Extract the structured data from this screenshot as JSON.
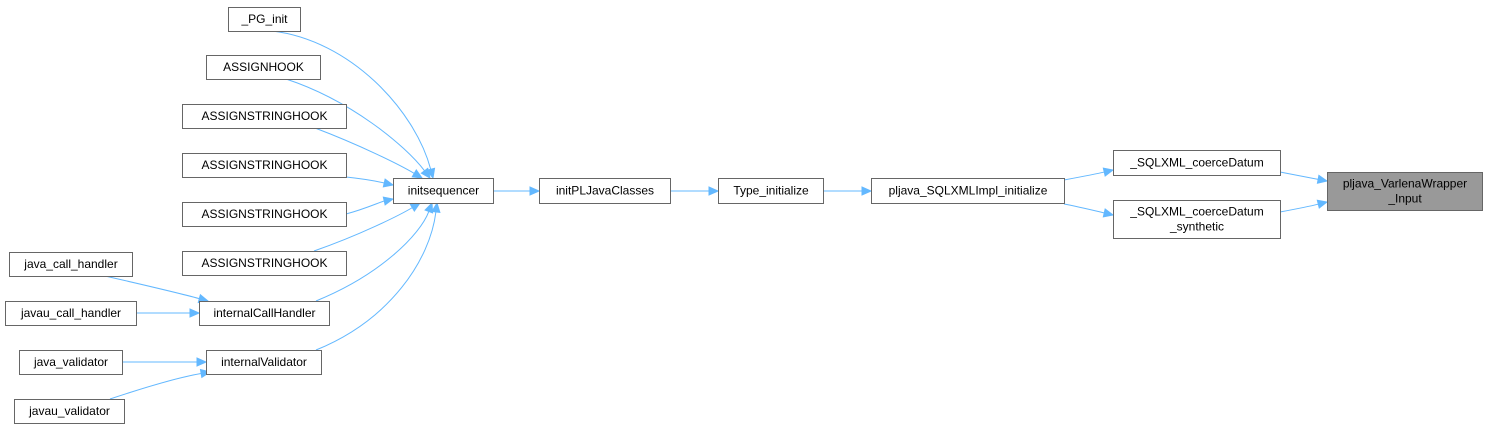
{
  "graph": {
    "colors": {
      "edge": "#63b8ff",
      "node_border": "#666666",
      "node_fill": "#ffffff",
      "highlight_fill": "#999999"
    },
    "nodes": {
      "pg_init": "_PG_init",
      "assignhook": "ASSIGNHOOK",
      "assignstringhook_1": "ASSIGNSTRINGHOOK",
      "assignstringhook_2": "ASSIGNSTRINGHOOK",
      "assignstringhook_3": "ASSIGNSTRINGHOOK",
      "assignstringhook_4": "ASSIGNSTRINGHOOK",
      "java_call_handler": "java_call_handler",
      "javau_call_handler": "javau_call_handler",
      "java_validator": "java_validator",
      "javau_validator": "javau_validator",
      "internal_call_handler": "internalCallHandler",
      "internal_validator": "internalValidator",
      "initsequencer": "initsequencer",
      "init_pljava_classes": "initPLJavaClasses",
      "type_initialize": "Type_initialize",
      "sqlxml_impl_initialize": "pljava_SQLXMLImpl_initialize",
      "sqlxml_coerce_datum": "_SQLXML_coerceDatum",
      "sqlxml_coerce_datum_synthetic": [
        "_SQLXML_coerceDatum",
        "_synthetic"
      ],
      "varlena_wrapper_input": [
        "pljava_VarlenaWrapper",
        "_Input"
      ]
    },
    "edges": [
      [
        "pg_init",
        "initsequencer"
      ],
      [
        "assignhook",
        "initsequencer"
      ],
      [
        "assignstringhook_1",
        "initsequencer"
      ],
      [
        "assignstringhook_2",
        "initsequencer"
      ],
      [
        "assignstringhook_3",
        "initsequencer"
      ],
      [
        "assignstringhook_4",
        "initsequencer"
      ],
      [
        "internal_call_handler",
        "initsequencer"
      ],
      [
        "internal_validator",
        "initsequencer"
      ],
      [
        "java_call_handler",
        "internal_call_handler"
      ],
      [
        "javau_call_handler",
        "internal_call_handler"
      ],
      [
        "java_validator",
        "internal_validator"
      ],
      [
        "javau_validator",
        "internal_validator"
      ],
      [
        "initsequencer",
        "init_pljava_classes"
      ],
      [
        "init_pljava_classes",
        "type_initialize"
      ],
      [
        "type_initialize",
        "sqlxml_impl_initialize"
      ],
      [
        "sqlxml_impl_initialize",
        "sqlxml_coerce_datum"
      ],
      [
        "sqlxml_impl_initialize",
        "sqlxml_coerce_datum_synthetic"
      ],
      [
        "sqlxml_coerce_datum",
        "varlena_wrapper_input"
      ],
      [
        "sqlxml_coerce_datum_synthetic",
        "varlena_wrapper_input"
      ]
    ]
  }
}
